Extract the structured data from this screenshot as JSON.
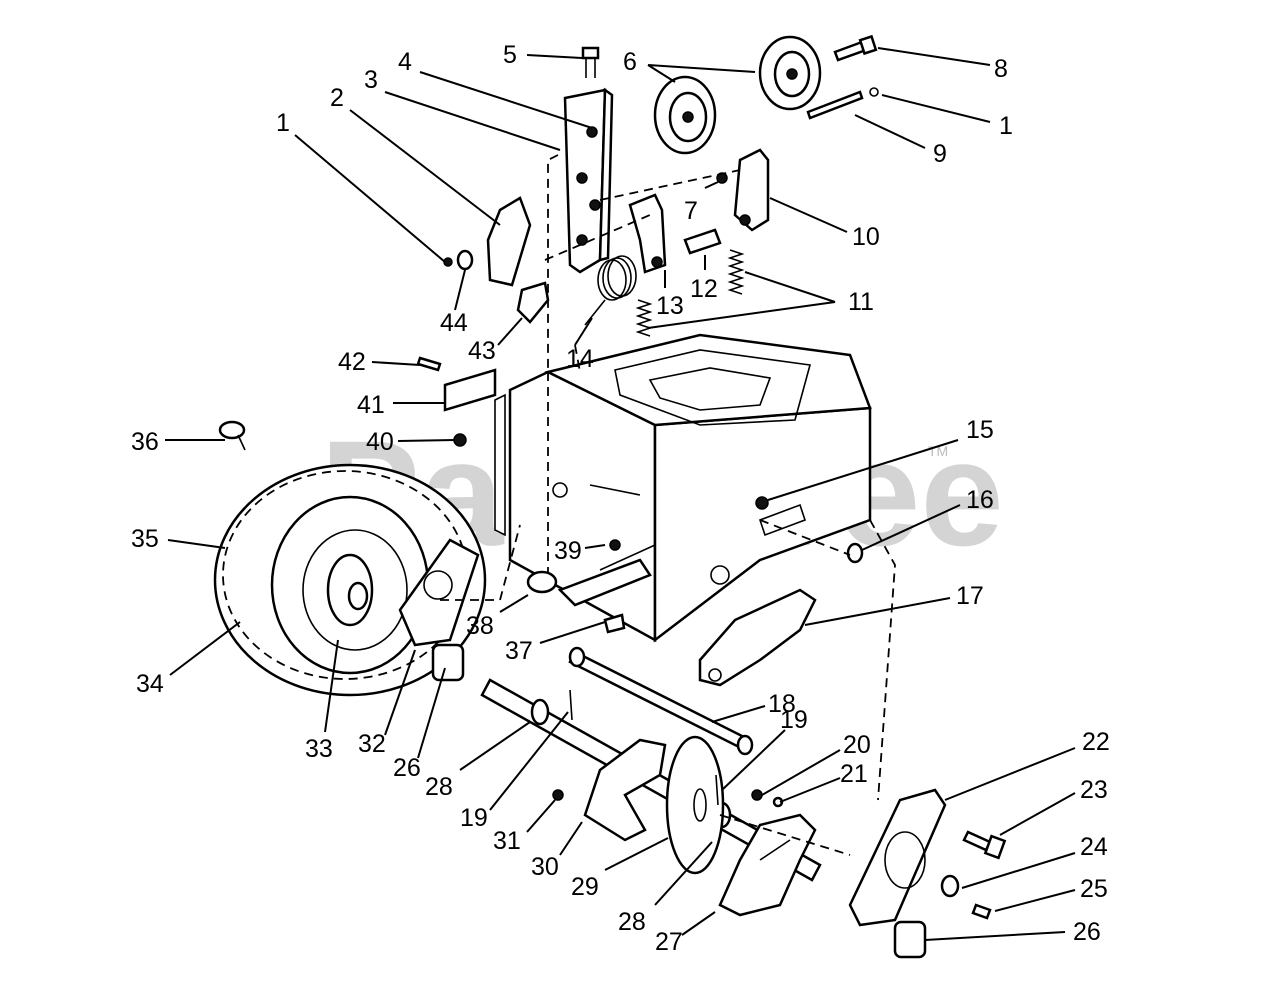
{
  "watermark": {
    "text": "PartsTree",
    "trademark": "TM"
  },
  "callouts": [
    "1",
    "2",
    "3",
    "4",
    "5",
    "6",
    "7",
    "8",
    "1",
    "9",
    "10",
    "11",
    "12",
    "13",
    "14",
    "42",
    "43",
    "44",
    "41",
    "40",
    "36",
    "35",
    "15",
    "16",
    "39",
    "17",
    "38",
    "37",
    "34",
    "18",
    "33",
    "32",
    "26",
    "28",
    "19",
    "19",
    "20",
    "21",
    "22",
    "23",
    "31",
    "30",
    "29",
    "28",
    "27",
    "24",
    "25",
    "26"
  ]
}
